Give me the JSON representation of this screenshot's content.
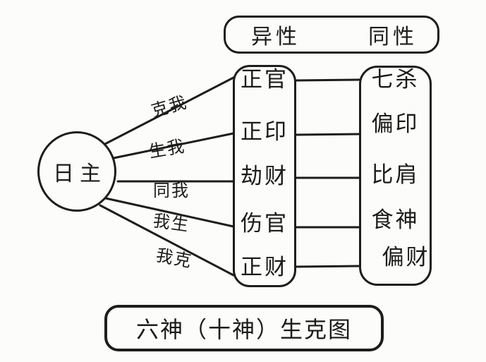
{
  "title": "六神（十神）生克图",
  "header": {
    "different_polarity": "异性",
    "same_polarity": "同性"
  },
  "day_master": "日主",
  "relations": [
    "克我",
    "生我",
    "同我",
    "我生",
    "我克"
  ],
  "different_polarity_gods": [
    "正官",
    "正印",
    "劫财",
    "伤官",
    "正财"
  ],
  "same_polarity_gods": [
    "七杀",
    "偏印",
    "比肩",
    "食神",
    "偏财"
  ],
  "colors": {
    "background": "#fcfcfa",
    "ink": "#1d1d1d"
  }
}
